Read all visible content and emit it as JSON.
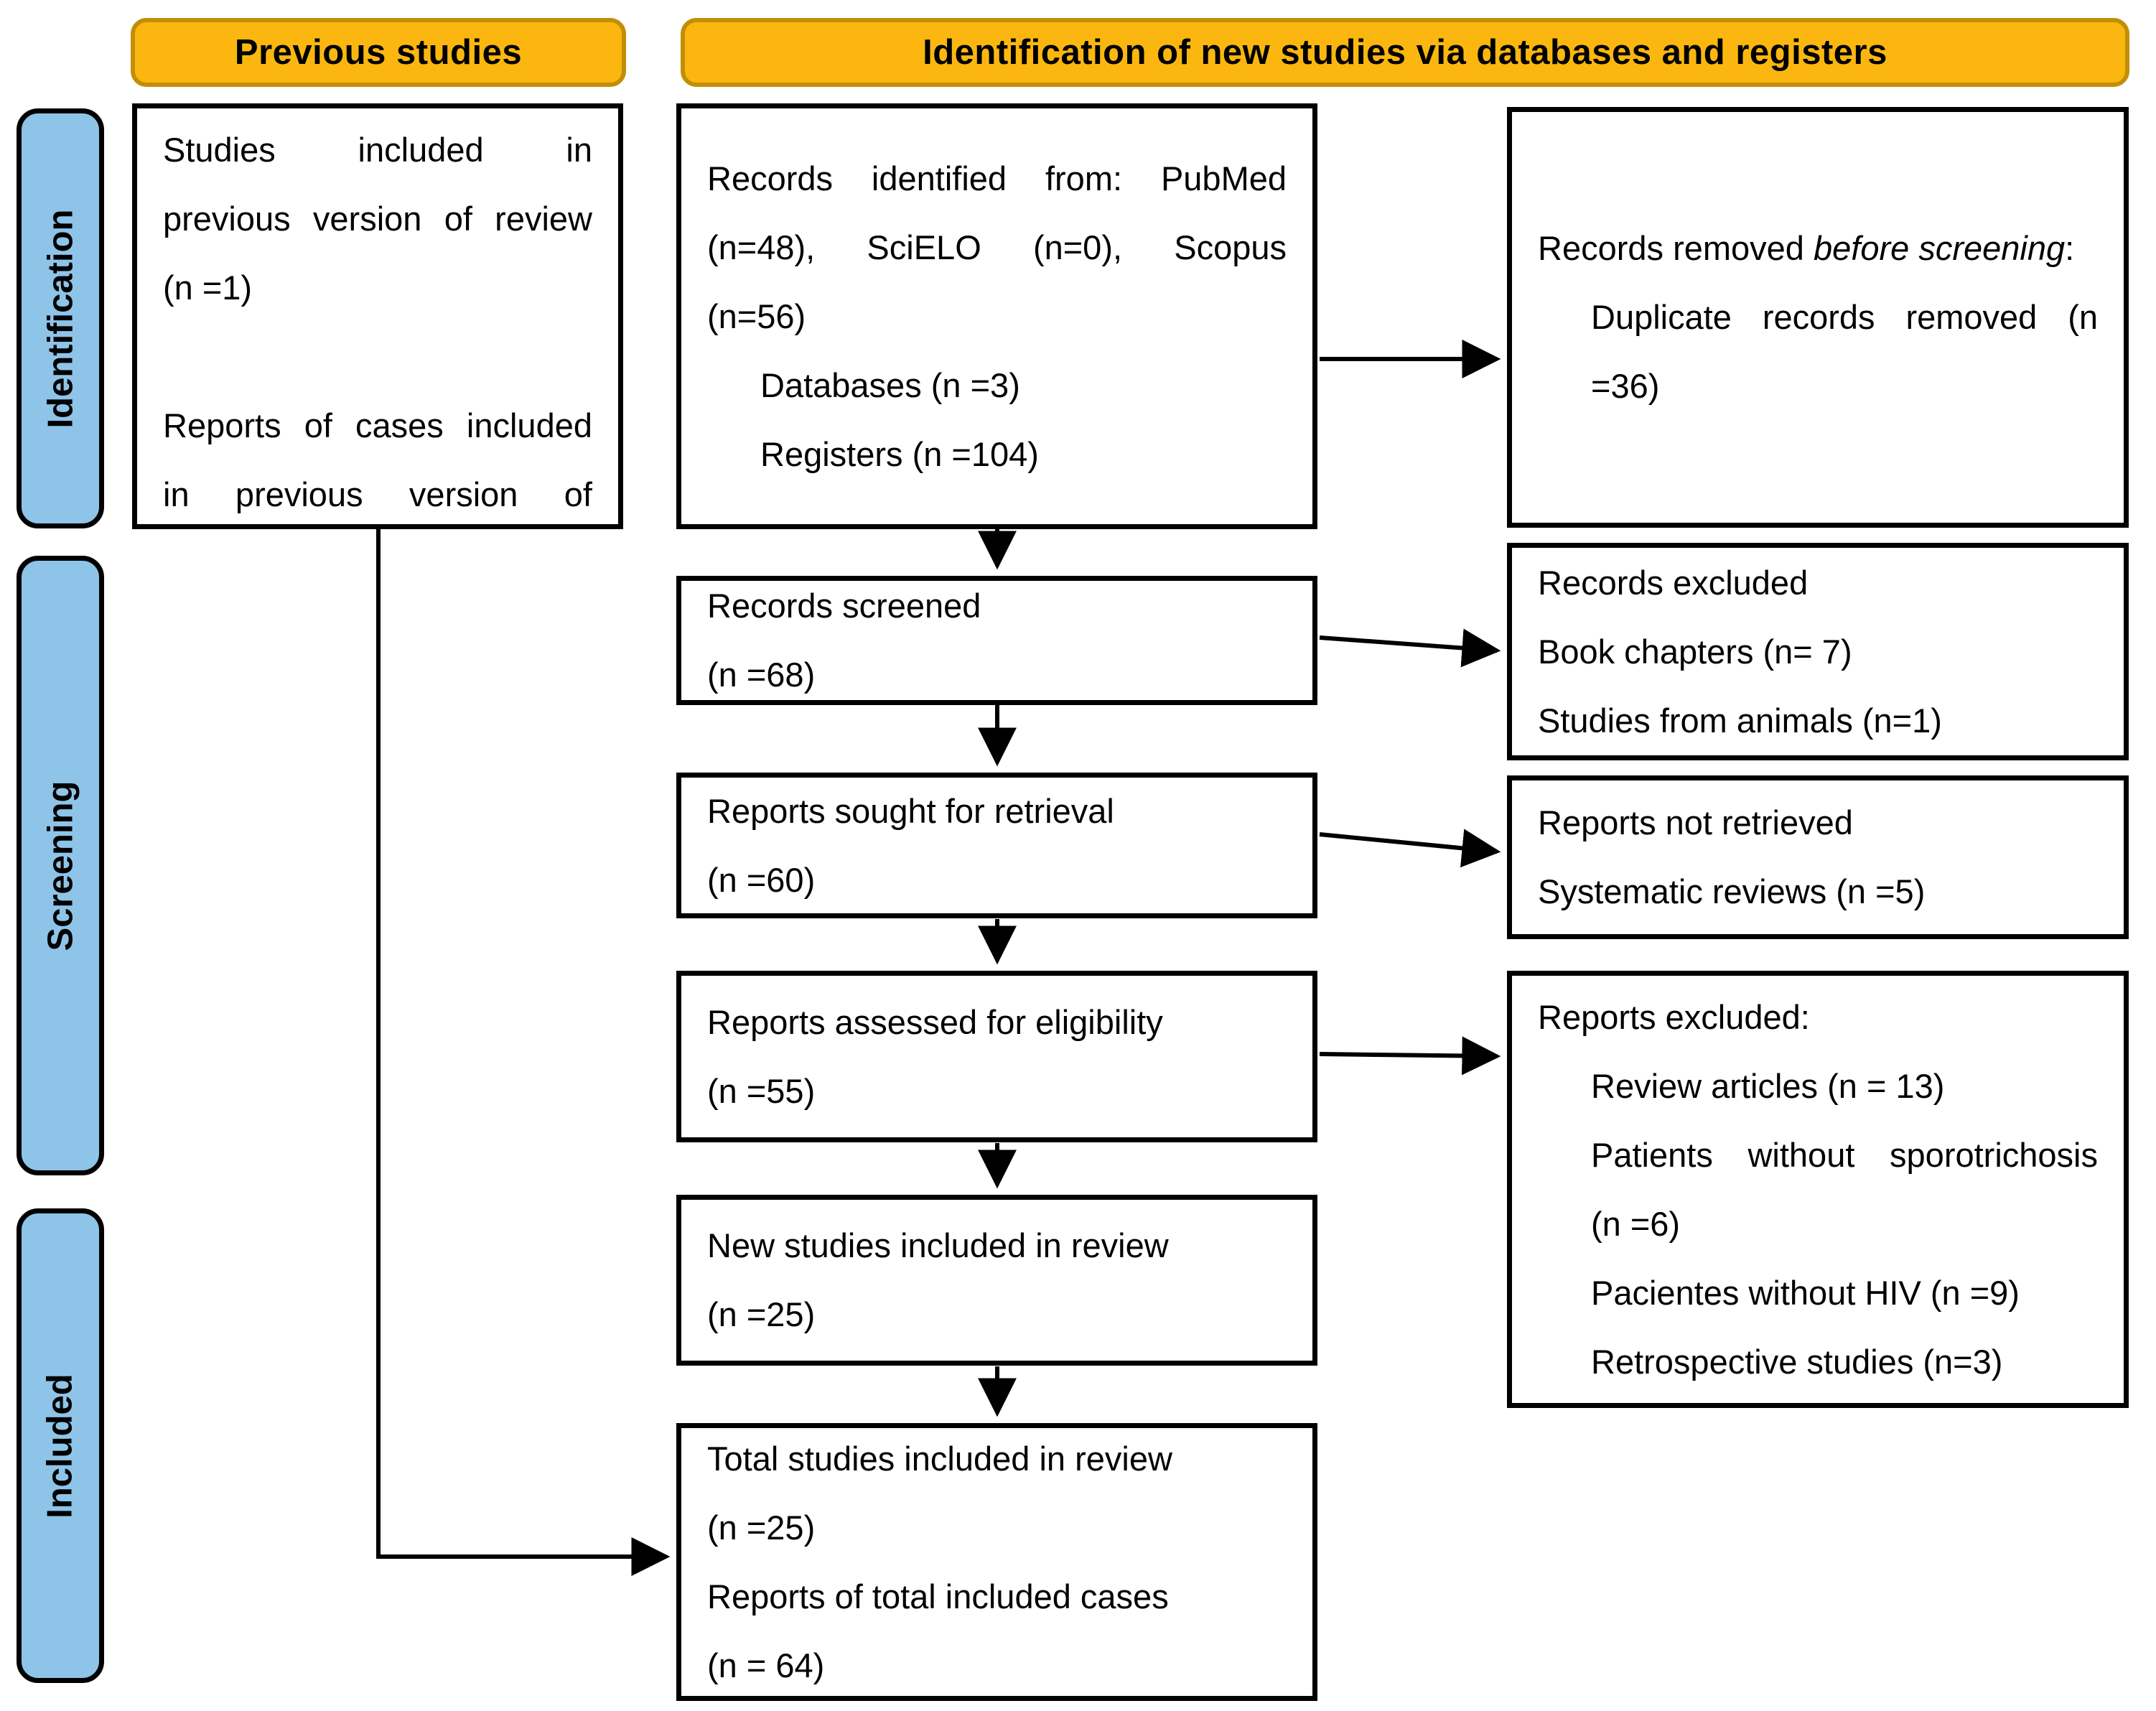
{
  "headers": {
    "previous": "Previous studies",
    "identification": "Identification of new studies via databases and registers"
  },
  "sidebar": {
    "stages": [
      {
        "id": "identification",
        "label": "Identification"
      },
      {
        "id": "screening",
        "label": "Screening"
      },
      {
        "id": "included",
        "label": "Included"
      }
    ]
  },
  "colors": {
    "header_fill": "#FBB70F",
    "header_border": "#C28E06",
    "stage_fill": "#8EC4E8",
    "box_border": "#000000",
    "text": "#000000"
  },
  "boxes": {
    "previous_studies": {
      "lines": [
        {
          "text": "Studies included in",
          "justify": true
        },
        {
          "text": "previous version of review",
          "justify": true
        },
        {
          "text": "(n =1)"
        },
        {
          "blank": true
        },
        {
          "text": "Reports of cases included",
          "justify": true
        },
        {
          "text": "in previous version of",
          "justify": true
        }
      ]
    },
    "records_identified": {
      "lines": [
        {
          "text": "Records identified from: PubMed",
          "justify": true
        },
        {
          "text": "(n=48), SciELO (n=0), Scopus",
          "justify": true
        },
        {
          "text": "(n=56)"
        },
        {
          "text": "Databases (n =3)",
          "indent": true
        },
        {
          "text": "Registers (n =104)",
          "indent": true
        }
      ]
    },
    "records_screened": {
      "lines": [
        {
          "text": "Records screened"
        },
        {
          "text": "(n =68)"
        }
      ]
    },
    "reports_sought": {
      "lines": [
        {
          "text": "Reports sought for retrieval"
        },
        {
          "text": "(n =60)"
        }
      ]
    },
    "reports_assessed": {
      "lines": [
        {
          "text": "Reports assessed for eligibility"
        },
        {
          "text": "(n =55)"
        }
      ]
    },
    "new_studies": {
      "lines": [
        {
          "text": "New studies included in review"
        },
        {
          "text": "(n =25)"
        }
      ]
    },
    "total_studies": {
      "lines": [
        {
          "text": "Total studies included in review"
        },
        {
          "text": "(n =25)"
        },
        {
          "text": "Reports of total included cases"
        },
        {
          "text": "(n = 64)"
        }
      ]
    },
    "records_removed": {
      "lines": [
        {
          "segments": [
            {
              "text": "Records removed "
            },
            {
              "text": "before screening",
              "italic": true
            },
            {
              "text": ":"
            }
          ]
        },
        {
          "text": "Duplicate records removed (n",
          "indent": true,
          "justify": true
        },
        {
          "text": "=36)",
          "indent": true
        }
      ]
    },
    "records_excluded": {
      "lines": [
        {
          "text": "Records excluded"
        },
        {
          "text": "Book chapters (n= 7)"
        },
        {
          "text": "Studies from animals (n=1)"
        }
      ]
    },
    "reports_not_retrieved": {
      "lines": [
        {
          "text": "Reports not retrieved"
        },
        {
          "text": "Systematic reviews (n =5)"
        }
      ]
    },
    "reports_excluded": {
      "lines": [
        {
          "text": "Reports excluded:"
        },
        {
          "text": "Review articles (n = 13)",
          "indent": true
        },
        {
          "text": "Patients without sporotrichosis",
          "indent": true,
          "justify": true
        },
        {
          "text": "(n =6)",
          "indent": true
        },
        {
          "text": "Pacientes without HIV (n =9)",
          "indent": true
        },
        {
          "text": "Retrospective studies (n=3)",
          "indent": true
        }
      ]
    }
  },
  "connections": [
    {
      "from": "records_identified",
      "to": "records_screened"
    },
    {
      "from": "records_identified",
      "to": "records_removed"
    },
    {
      "from": "records_screened",
      "to": "reports_sought"
    },
    {
      "from": "records_screened",
      "to": "records_excluded"
    },
    {
      "from": "reports_sought",
      "to": "reports_assessed"
    },
    {
      "from": "reports_sought",
      "to": "reports_not_retrieved"
    },
    {
      "from": "reports_assessed",
      "to": "new_studies"
    },
    {
      "from": "reports_assessed",
      "to": "reports_excluded"
    },
    {
      "from": "new_studies",
      "to": "total_studies"
    },
    {
      "from": "previous_studies",
      "to": "total_studies"
    }
  ]
}
